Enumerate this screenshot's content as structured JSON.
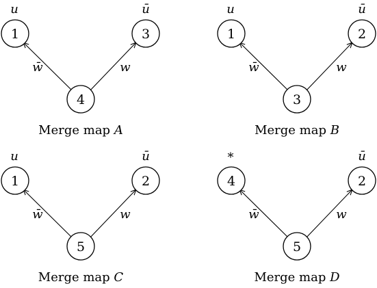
{
  "maps": [
    {
      "caption_prefix": "Merge map",
      "caption_letter": "A",
      "nodes": {
        "left": "1",
        "right": "3",
        "bottom": "4"
      },
      "node_labels": {
        "left": "u",
        "right": "ū"
      },
      "edge_labels": {
        "left": "w̄",
        "right": "w"
      }
    },
    {
      "caption_prefix": "Merge map",
      "caption_letter": "B",
      "nodes": {
        "left": "1",
        "right": "2",
        "bottom": "3"
      },
      "node_labels": {
        "left": "u",
        "right": "ū"
      },
      "edge_labels": {
        "left": "w̄",
        "right": "w"
      }
    },
    {
      "caption_prefix": "Merge map",
      "caption_letter": "C",
      "nodes": {
        "left": "1",
        "right": "2",
        "bottom": "5"
      },
      "node_labels": {
        "left": "u",
        "right": "ū"
      },
      "edge_labels": {
        "left": "w̄",
        "right": "w"
      }
    },
    {
      "caption_prefix": "Merge map",
      "caption_letter": "D",
      "nodes": {
        "left": "4",
        "right": "2",
        "bottom": "5"
      },
      "node_labels": {
        "left": "*",
        "right": "ū"
      },
      "edge_labels": {
        "left": "w̄",
        "right": "w"
      }
    }
  ]
}
